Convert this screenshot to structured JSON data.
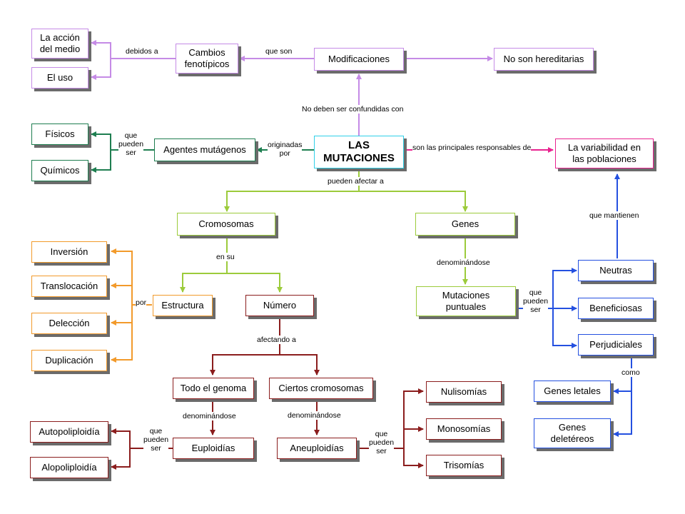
{
  "colors": {
    "lavender": "#c58be6",
    "green": "#1e7e50",
    "cyan": "#2fd0e8",
    "magenta": "#e8238f",
    "lime": "#9ccb3b",
    "orange": "#f29a2b",
    "brown": "#8b1d1d",
    "blue": "#2450e0"
  },
  "nodes": {
    "accion_medio": "La acción\ndel medio",
    "uso": "El uso",
    "cambios_fenotipicos": "Cambios\nfenotípicos",
    "modificaciones": "Modificaciones",
    "no_hereditarias": "No son hereditarias",
    "fisicos": "Físicos",
    "quimicos": "Químicos",
    "agentes_mutagenos": "Agentes mutágenos",
    "mutaciones": "LAS\nMUTACIONES",
    "variabilidad": "La variabilidad en\nlas poblaciones",
    "cromosomas": "Cromosomas",
    "genes": "Genes",
    "inversion": "Inversión",
    "translocacion": "Translocación",
    "delecion": "Delección",
    "duplicacion": "Duplicación",
    "estructura": "Estructura",
    "numero": "Número",
    "mutaciones_puntuales": "Mutaciones\npuntuales",
    "neutras": "Neutras",
    "beneficiosas": "Beneficiosas",
    "perjudiciales": "Perjudiciales",
    "todo_genoma": "Todo el genoma",
    "ciertos_cromosomas": "Ciertos cromosomas",
    "nulisomias": "Nulisomías",
    "monosomias": "Monosomías",
    "trisomias": "Trisomías",
    "genes_letales": "Genes letales",
    "genes_deletereos": "Genes\ndeletéreos",
    "autopoliploidia": "Autopoliploidía",
    "alopoliploidia": "Alopoliploidía",
    "euploidias": "Euploidías",
    "aneuploidias": "Aneuploidías"
  },
  "links": {
    "debidos_a": "debidos a",
    "que_son": "que son",
    "no_confundidas": "No deben ser confundidas con",
    "que_pueden_ser_agentes": "que\npueden\nser",
    "originadas_por": "originadas\npor",
    "responsables": "son las principales responsables de",
    "pueden_afectar": "pueden afectar a",
    "que_mantienen": "que mantienen",
    "en_su": "en su",
    "denominandose_genes": "denominándose",
    "por": "por",
    "que_pueden_ser_puntuales": "que\npueden\nser",
    "afectando_a": "afectando a",
    "como": "como",
    "denominandose_todo": "denominándose",
    "denominandose_ciertos": "denominándose",
    "que_pueden_ser_euploidias": "que\npueden\nser",
    "que_pueden_ser_aneuploidias": "que\npueden\nser"
  }
}
